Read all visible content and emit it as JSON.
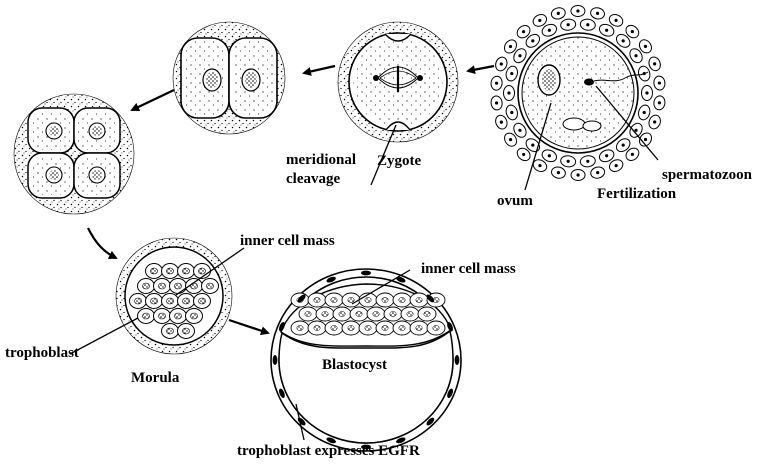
{
  "labels": {
    "spermatozoon": "spermatozoon",
    "ovum": "ovum",
    "fertilization": "Fertilization",
    "zygote": "Zygote",
    "meridional_cleavage": "meridional\ncleavage",
    "inner_cell_mass_morula": "inner cell mass",
    "inner_cell_mass_blastocyst": "inner cell mass",
    "trophoblast": "trophoblast",
    "morula": "Morula",
    "blastocyst": "Blastocyst",
    "trophoblast_egfr": "trophoblast expresses EGFR"
  },
  "stages": [
    "Fertilization",
    "Zygote",
    "2-cell",
    "4-cell",
    "Morula",
    "Blastocyst"
  ],
  "colors": {
    "ink": "#000000",
    "background": "#ffffff"
  }
}
